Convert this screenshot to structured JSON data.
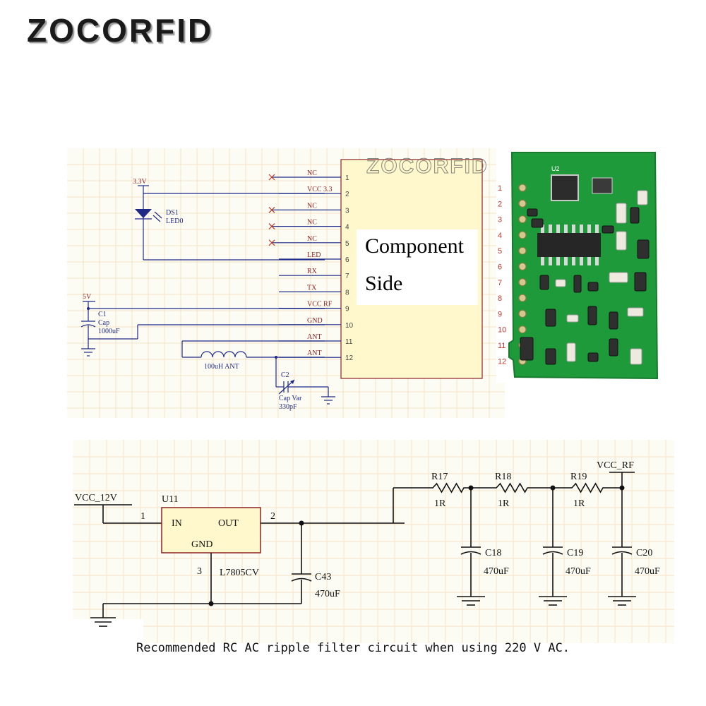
{
  "brand": "ZOCORFID",
  "watermark": "ZOCORFID",
  "module": {
    "pins": [
      {
        "num": "1",
        "label": "NC",
        "nc": true
      },
      {
        "num": "2",
        "label": "VCC 3.3",
        "nc": false
      },
      {
        "num": "3",
        "label": "NC",
        "nc": true
      },
      {
        "num": "4",
        "label": "NC",
        "nc": true
      },
      {
        "num": "5",
        "label": "NC",
        "nc": true
      },
      {
        "num": "6",
        "label": "LED",
        "nc": false
      },
      {
        "num": "7",
        "label": "RX",
        "nc": false
      },
      {
        "num": "8",
        "label": "TX",
        "nc": false
      },
      {
        "num": "9",
        "label": "VCC RF",
        "nc": false
      },
      {
        "num": "10",
        "label": "GND",
        "nc": false
      },
      {
        "num": "11",
        "label": "ANT",
        "nc": false
      },
      {
        "num": "12",
        "label": "ANT",
        "nc": false
      }
    ],
    "box_line1": "Component",
    "box_line2": "Side",
    "power_33": "3.3V",
    "led_ref": "DS1",
    "led_name": "LED0",
    "power_5v": "5V",
    "c1_ref": "C1",
    "c1_type": "Cap",
    "c1_value": "1000uF",
    "inductor_label": "100uH  ANT",
    "c2_ref": "C2",
    "c2_type": "Cap Var",
    "c2_value": "330pF"
  },
  "board": {
    "chip_label": "U2",
    "pin_numbers": [
      "1",
      "2",
      "3",
      "4",
      "5",
      "6",
      "7",
      "8",
      "9",
      "10",
      "11",
      "12"
    ]
  },
  "filter": {
    "vcc_in": "VCC_12V",
    "vcc_out": "VCC_RF",
    "reg_ref": "U11",
    "reg_in": "IN",
    "reg_out": "OUT",
    "reg_gnd": "GND",
    "reg_part": "L7805CV",
    "pin1": "1",
    "pin2": "2",
    "pin3": "3",
    "c43_ref": "C43",
    "c43_val": "470uF",
    "resistors": [
      {
        "ref": "R17",
        "val": "1R"
      },
      {
        "ref": "R18",
        "val": "1R"
      },
      {
        "ref": "R19",
        "val": "1R"
      }
    ],
    "caps": [
      {
        "ref": "C18",
        "val": "470uF"
      },
      {
        "ref": "C19",
        "val": "470uF"
      },
      {
        "ref": "C20",
        "val": "470uF"
      }
    ]
  },
  "caption": "Recommended RC AC ripple filter circuit when using 220 V AC."
}
